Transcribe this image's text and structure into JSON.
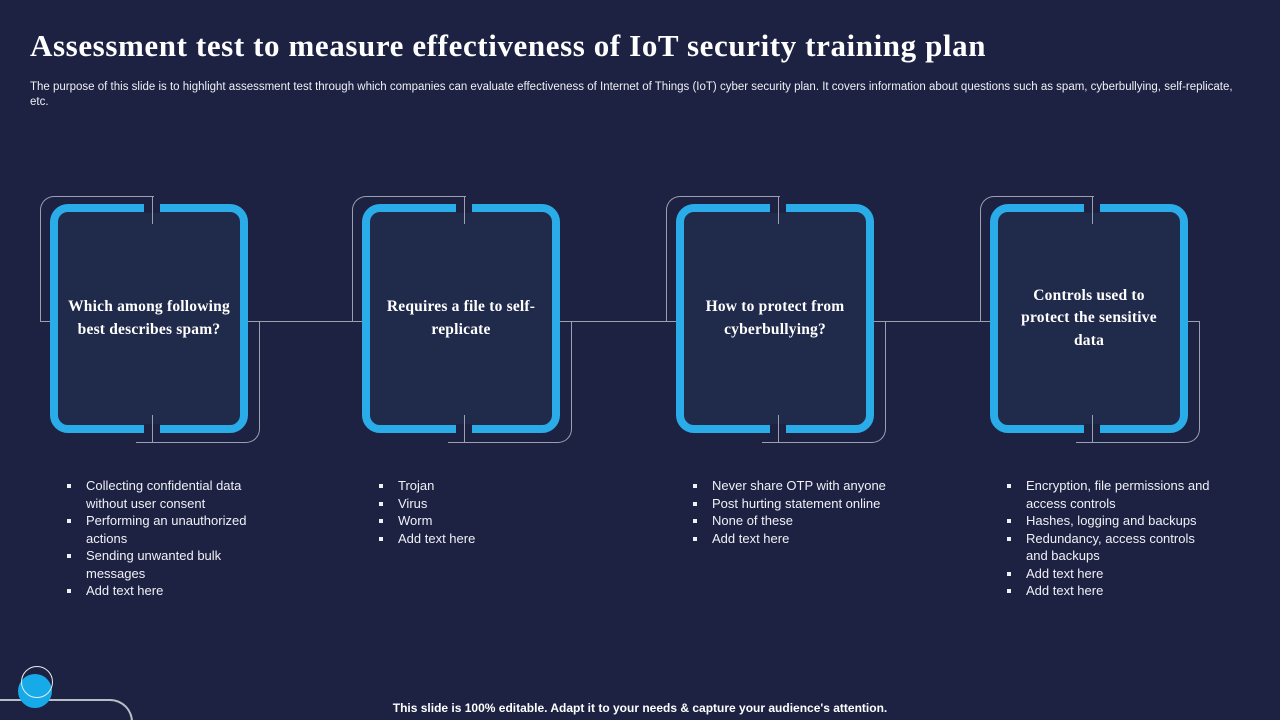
{
  "slide": {
    "title": "Assessment test to measure effectiveness of IoT security training plan",
    "subtitle": "The purpose of this slide is to highlight assessment test through which companies can evaluate effectiveness of Internet of Things (IoT) cyber security plan. It covers information about questions such as spam, cyberbullying, self-replicate, etc.",
    "footer": "This slide is 100% editable. Adapt it to your needs & capture your audience's attention."
  },
  "colors": {
    "background": "#1d2242",
    "card_border": "#2aace9",
    "circuit_line_gray": "#9aa0ae",
    "accent_dot": "#17aae8",
    "text": "#ffffff"
  },
  "cards": [
    {
      "question": "Which among following best describes spam?",
      "options": [
        "Collecting confidential data without user consent",
        "Performing an unauthorized actions",
        "Sending unwanted bulk messages",
        "Add text here"
      ]
    },
    {
      "question": "Requires a file to self-replicate",
      "options": [
        "Trojan",
        "Virus",
        "Worm",
        "Add text here"
      ]
    },
    {
      "question": "How to protect from cyberbullying?",
      "options": [
        "Never share OTP with anyone",
        "Post hurting statement online",
        "None of these",
        "Add text here"
      ]
    },
    {
      "question": "Controls used to protect the sensitive data",
      "options": [
        "Encryption, file permissions and access controls",
        "Hashes, logging and backups",
        "Redundancy, access controls and backups",
        "Add text here",
        "Add text here"
      ]
    }
  ]
}
